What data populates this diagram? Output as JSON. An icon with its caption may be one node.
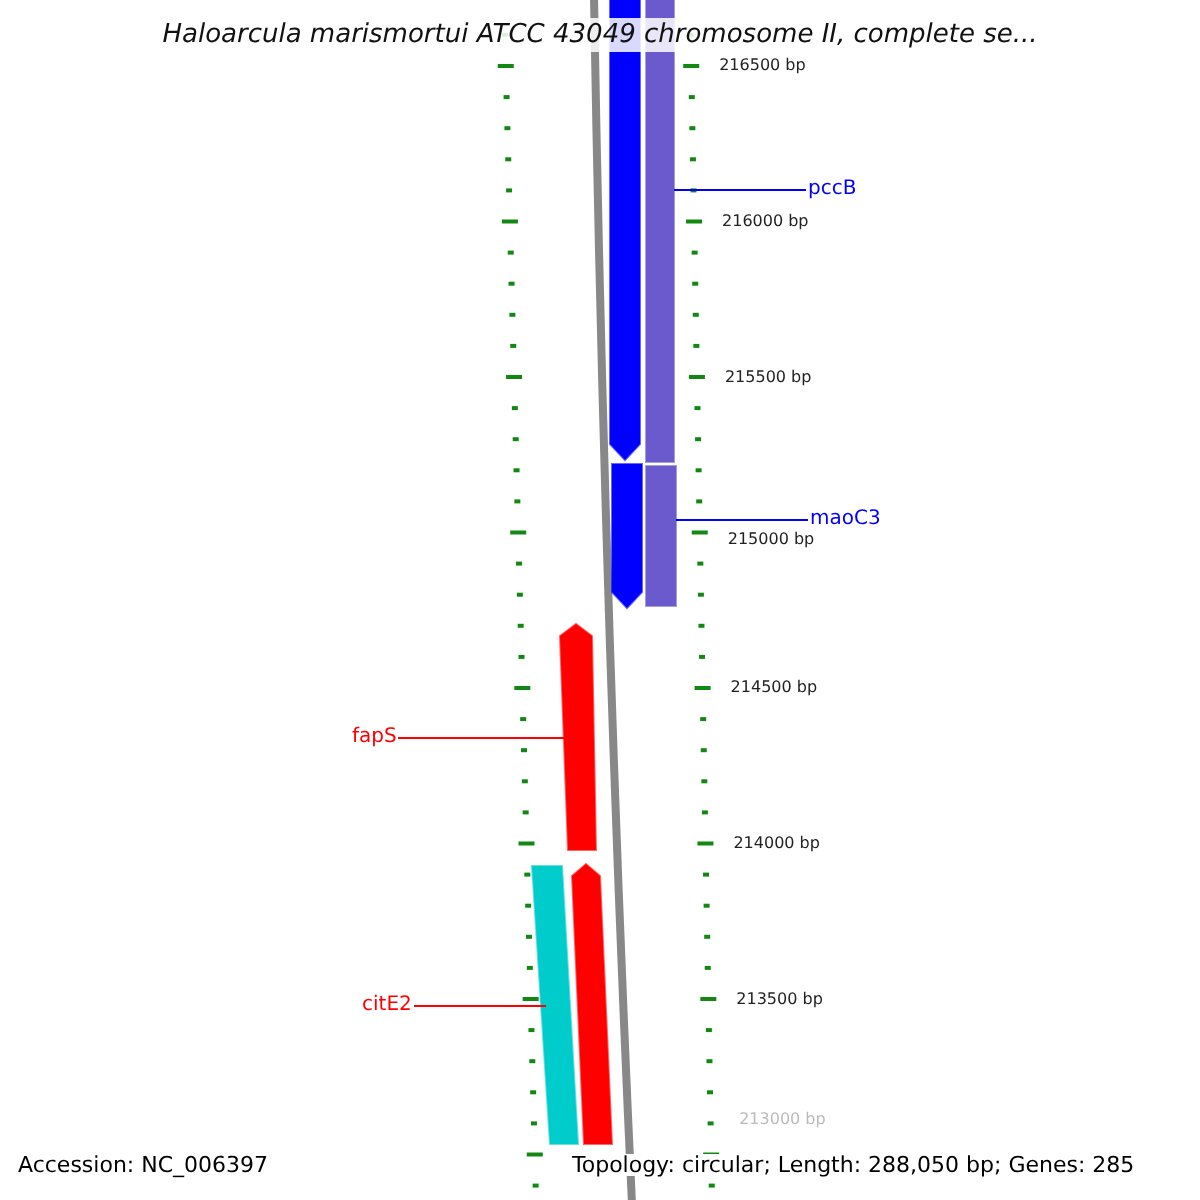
{
  "diagram": {
    "title": "Haloarcula marismortui ATCC 43049 chromosome II, complete se...",
    "nodes": [
      {
        "text": [
          "pccB"
        ]
      },
      {
        "text": [
          "maoC3"
        ]
      },
      {
        "text": [
          "fapS"
        ]
      },
      {
        "text": [
          "citE2"
        ]
      },
      {
        "text": [],
        "shape": "pentagon"
      },
      {
        "text": [],
        "shape": "pentagon"
      },
      {
        "text": [],
        "shape": "bar"
      },
      {
        "text": [],
        "shape": "bar"
      },
      {
        "text": [],
        "shape": "pentagon"
      },
      {
        "text": [],
        "shape": "pentagon"
      },
      {
        "text": [],
        "shape": "bar"
      }
    ],
    "edges": [
      {
        "from": 0,
        "to": 6,
        "arrow": "none",
        "color": "#0000ff"
      },
      {
        "from": 1,
        "to": 7,
        "arrow": "none",
        "color": "#0000ff"
      },
      {
        "from": 2,
        "to": 8,
        "arrow": "none",
        "color": "#ff0000"
      },
      {
        "from": 3,
        "to": 10,
        "arrow": "none",
        "color": "#ff0000"
      }
    ],
    "labels": [
      "216500 bp",
      "216000 bp",
      "215500 bp",
      "215000 bp",
      "214500 bp",
      "214000 bp",
      "213500 bp",
      "213000 bp",
      "Accession: NC_006397",
      "Topology: circular; Length: 288,050 bp; Genes: 285"
    ]
  }
}
